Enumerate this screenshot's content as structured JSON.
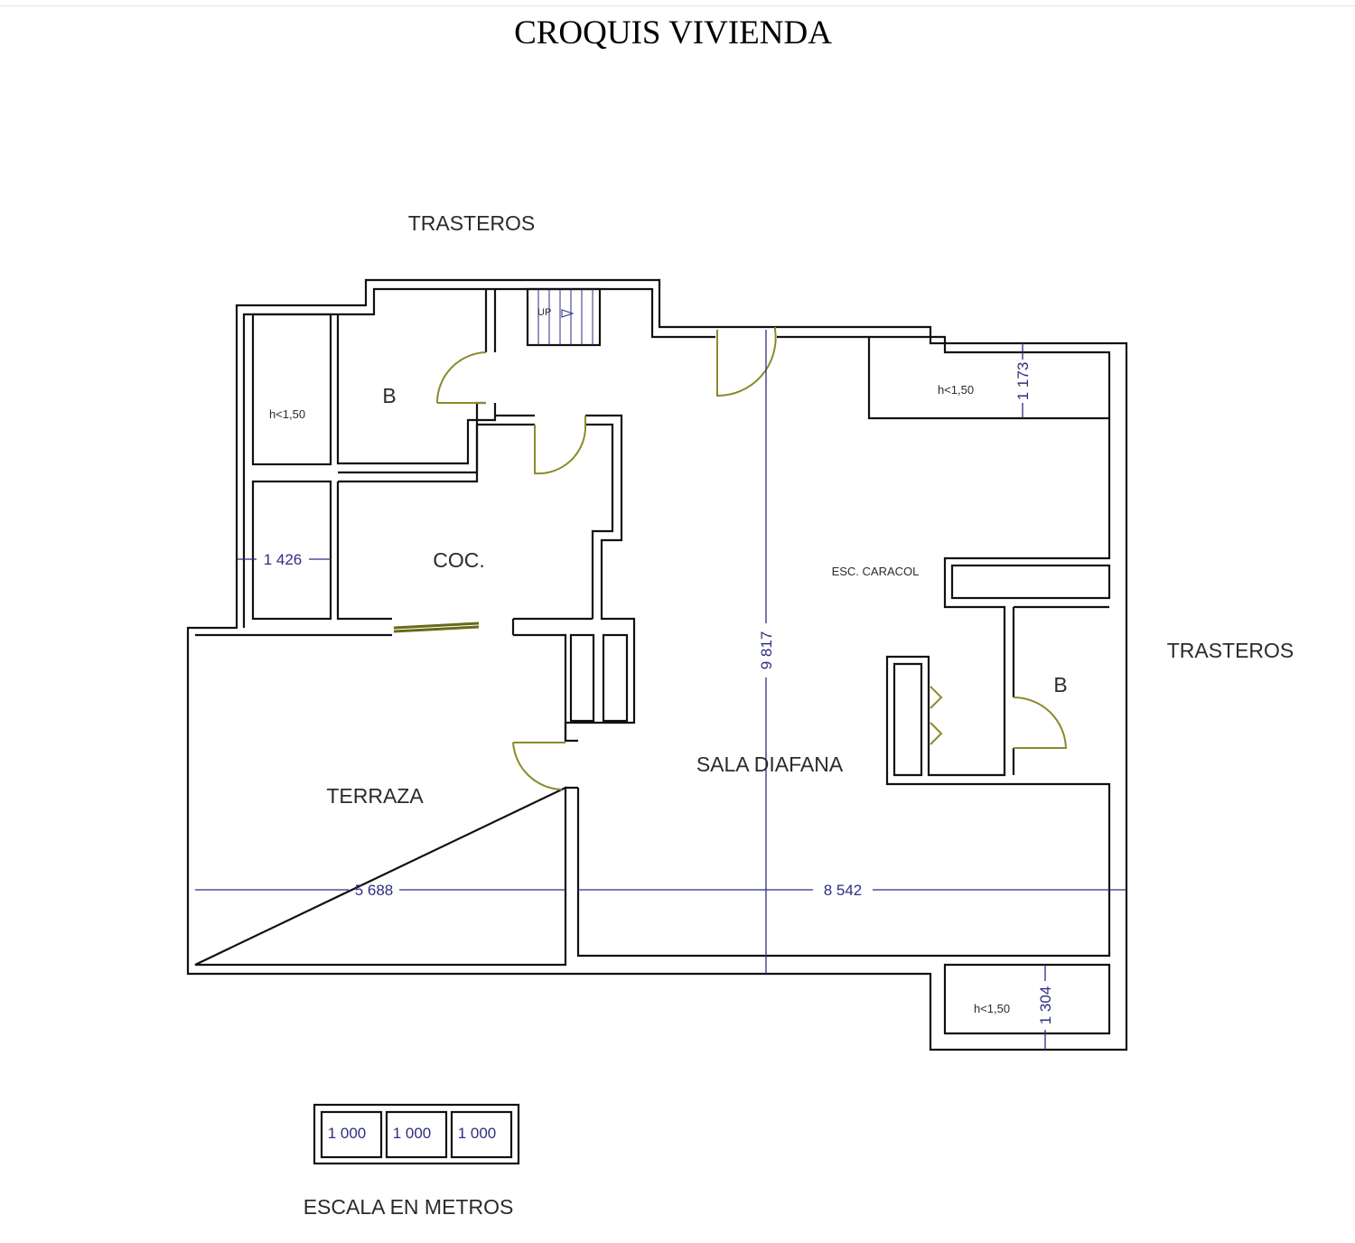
{
  "title": "CROQUIS VIVIENDA",
  "labels": {
    "trasteros_top": "TRASTEROS",
    "trasteros_right": "TRASTEROS",
    "b_top": "B",
    "b_right": "B",
    "coc": "COC.",
    "terraza": "TERRAZA",
    "sala": "SALA DIAFANA",
    "esc_caracol": "ESC. CARACOL",
    "up": "UP",
    "h_left": "h<1,50",
    "h_top_right": "h<1,50",
    "h_bottom_right": "h<1,50"
  },
  "dimensions": {
    "d_1426": "1 426",
    "d_1173": "1 173",
    "d_9817": "9 817",
    "d_5688": "5 688",
    "d_8542": "8 542",
    "d_1304": "1 304"
  },
  "scale": {
    "segments": [
      "1 000",
      "1 000",
      "1 000"
    ],
    "caption": "ESCALA EN METROS"
  }
}
